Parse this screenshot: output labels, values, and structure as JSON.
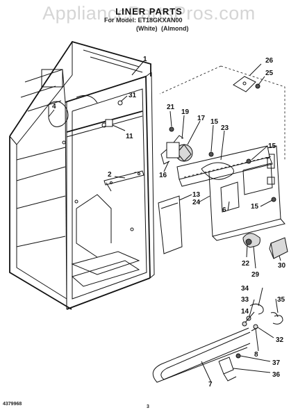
{
  "watermark": "AppliancePartsPros.com",
  "header": {
    "title": "LINER PARTS",
    "subtitle_line": "For Model: ET18GKXAN00",
    "color_white": "(White)",
    "color_almond": "(Almond)"
  },
  "footer": {
    "part_number": "4379968",
    "page_number": "3"
  },
  "callouts": [
    "1",
    "2",
    "4",
    "6",
    "7",
    "8",
    "11",
    "13",
    "14",
    "15",
    "15",
    "15",
    "16",
    "17",
    "19",
    "21",
    "22",
    "23",
    "24",
    "25",
    "26",
    "29",
    "30",
    "31",
    "32",
    "33",
    "34",
    "35",
    "36",
    "37"
  ]
}
